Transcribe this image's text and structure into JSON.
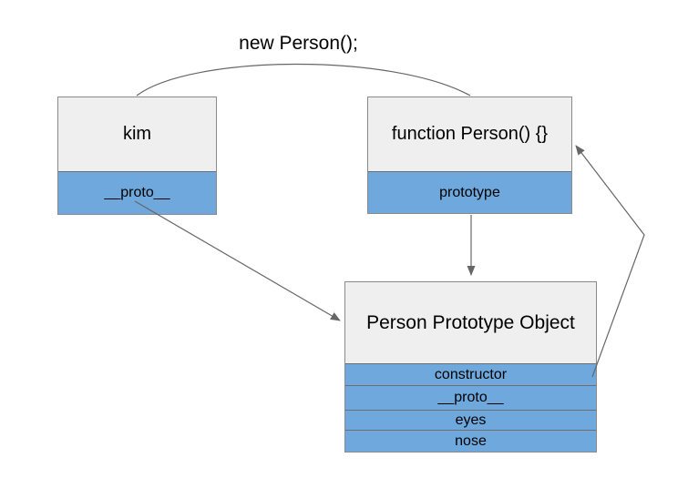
{
  "diagram": {
    "annotation": "new Person();",
    "kim_box": {
      "title": "kim",
      "field": "__proto__"
    },
    "person_function_box": {
      "title": "function Person() {}",
      "field": "prototype"
    },
    "person_prototype_box": {
      "title": "Person Prototype Object",
      "rows": [
        "constructor",
        "__proto__",
        "eyes",
        "nose"
      ]
    },
    "arrows": [
      {
        "name": "new-person-arc",
        "from": "function Person() {}",
        "to": "kim",
        "label": "new Person();",
        "arrowhead": false
      },
      {
        "name": "kim-proto-link",
        "from": "kim __proto__",
        "to": "Person Prototype Object",
        "arrowhead": true
      },
      {
        "name": "prototype-link",
        "from": "function Person() {} prototype",
        "to": "Person Prototype Object",
        "arrowhead": true
      },
      {
        "name": "constructor-link",
        "from": "Person Prototype Object constructor",
        "to": "function Person() {}",
        "arrowhead": true
      }
    ],
    "colors": {
      "background": "#ffffff",
      "box_header_fill": "#efefef",
      "box_field_fill": "#6fa8dc",
      "box_border": "#8a8a8a",
      "arrow": "#666666",
      "text": "#000000"
    }
  }
}
